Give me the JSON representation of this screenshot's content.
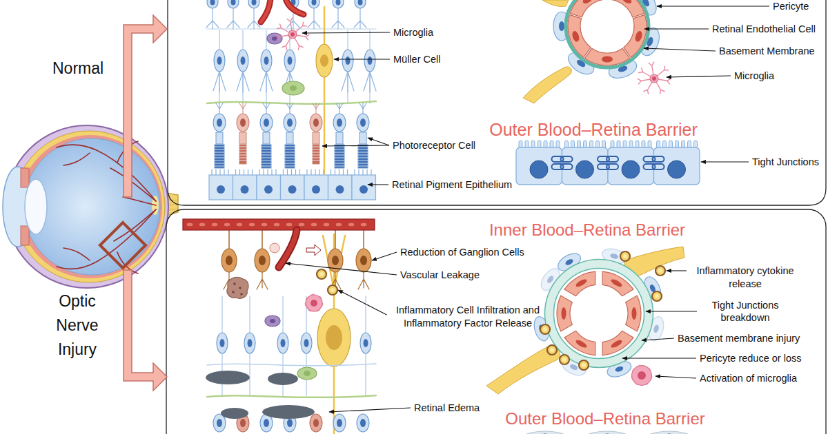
{
  "diagram": {
    "labels": [
      "Microglia",
      "Müller Cell",
      "Photoreceptor Cell",
      "Retinal Pigment Epithelium",
      "Pericyte",
      "Retinal Endothelial Cell",
      "Basement Membrane",
      "Microglia",
      "Outer Blood–Retina Barrier",
      "Tight Junctions",
      "Normal",
      "Optic Nerve Injury",
      "Inner Blood–Retina Barrier",
      "Reduction of Ganglion Cells",
      "Vascular Leakage",
      "Inflammatory Cell Infiltration and Inflammatory Factor Release",
      "Inflammatory cytokine release",
      "Tight Junctions breakdown",
      "Basement membrane injury",
      "Pericyte reduce or loss",
      "Activation of microglia",
      "Retinal Edema",
      "Outer Blood–Retina Barrier"
    ]
  }
}
